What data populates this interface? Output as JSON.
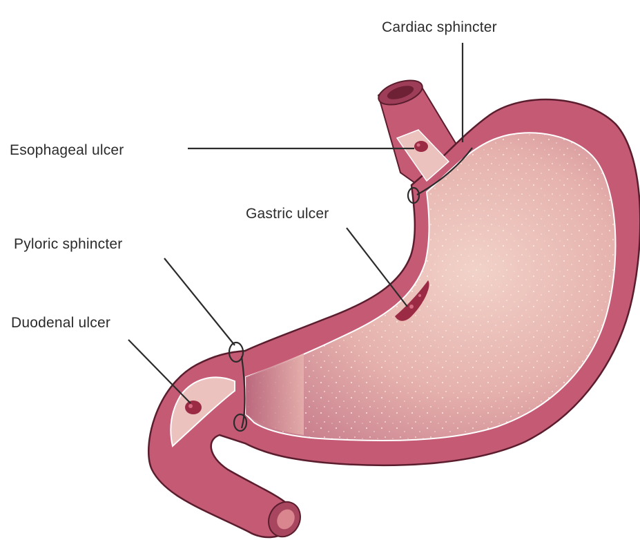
{
  "labels": {
    "cardiac_sphincter": "Cardiac sphincter",
    "esophageal_ulcer": "Esophageal ulcer",
    "gastric_ulcer": "Gastric ulcer",
    "pyloric_sphincter": "Pyloric sphincter",
    "duodenal_ulcer": "Duodenal ulcer"
  },
  "colors": {
    "wall": "#c45a74",
    "wall_dark": "#8a2f48",
    "lining": "#e9b8b6",
    "ulcer": "#9b2a45",
    "leader": "#2b2b2b",
    "background": "#ffffff"
  }
}
